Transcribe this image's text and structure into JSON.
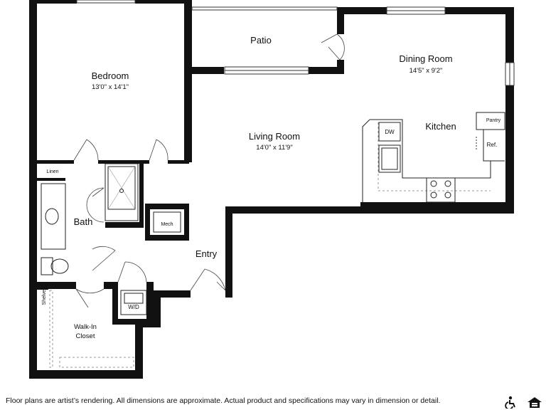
{
  "rooms": {
    "bedroom": {
      "name": "Bedroom",
      "dims": "13'0\" x 14'1\""
    },
    "patio": {
      "name": "Patio"
    },
    "dining": {
      "name": "Dining Room",
      "dims": "14'5\" x 9'2\""
    },
    "living": {
      "name": "Living Room",
      "dims": "14'0\" x 11'9\""
    },
    "kitchen": {
      "name": "Kitchen"
    },
    "bath": {
      "name": "Bath"
    },
    "entry": {
      "name": "Entry"
    },
    "closet": {
      "name_line1": "Walk-In",
      "name_line2": "Closet"
    }
  },
  "fixtures": {
    "linen": "Linen",
    "mech": "Mech",
    "washer_dryer": "W/D",
    "dishwasher": "DW",
    "pantry": "Pantry",
    "refrigerator": "Ref.",
    "shelves": "Shelves"
  },
  "footer": {
    "disclaimer": "Floor plans are artist’s rendering. All dimensions are approximate. Actual product and specifications may vary in dimension or detail."
  },
  "icons": [
    "accessibility-icon",
    "equal-housing-icon"
  ]
}
